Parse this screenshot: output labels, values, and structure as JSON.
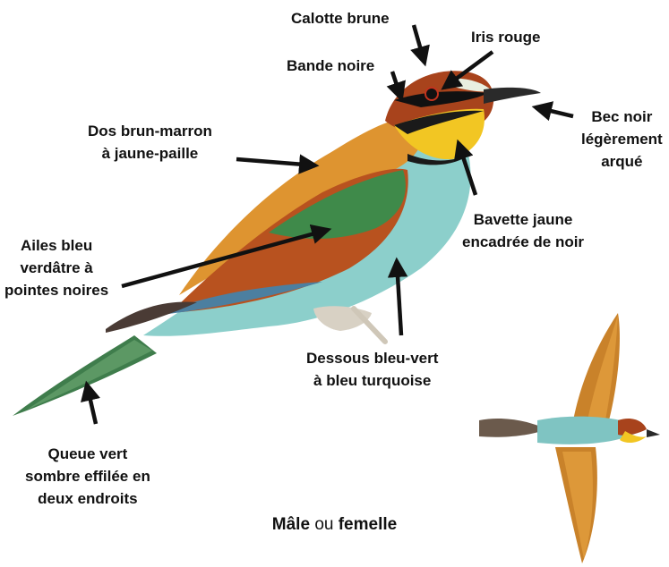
{
  "labels": {
    "calotte": "Calotte brune",
    "iris": "Iris rouge",
    "bande": "Bande noire",
    "dos": [
      "Dos brun-marron",
      "à jaune-paille"
    ],
    "bec": [
      "Bec noir",
      "légèrement",
      "arqué"
    ],
    "ailes": [
      "Ailes bleu",
      "verdâtre à",
      "pointes noires"
    ],
    "bavette": [
      "Bavette jaune",
      "encadrée de noir"
    ],
    "dessous": [
      "Dessous bleu-vert",
      "à bleu turquoise"
    ],
    "queue": [
      "Queue vert",
      "sombre effilée en",
      "deux endroits"
    ]
  },
  "caption": {
    "male": "Mâle",
    "ou": "ou",
    "femelle": "femelle"
  },
  "colors": {
    "arrow": "#111111",
    "crown": "#a8431c",
    "back": "#d88a2a",
    "wing_green": "#3f8a4a",
    "wing_brown": "#b5501f",
    "throat": "#f2c623",
    "belly": "#7fc4c2",
    "tail": "#3f7d4c"
  }
}
